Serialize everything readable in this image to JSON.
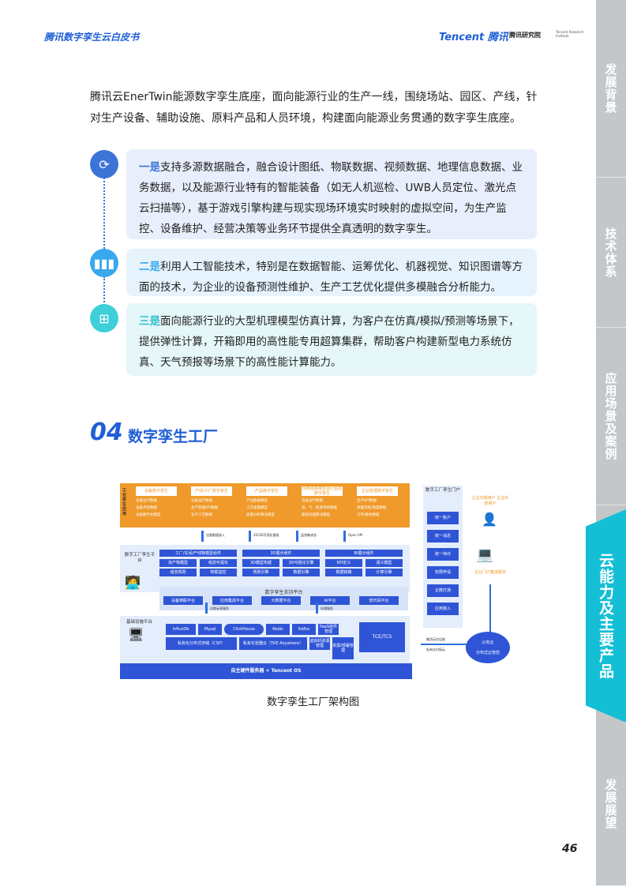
{
  "header": {
    "title": "腾讯数字孪生云白皮书",
    "brand": "Tencent 腾讯",
    "institute": "腾讯研究院",
    "institute_en": "Tencent Research Institute"
  },
  "sidebar": {
    "tabs": [
      "发展背景",
      "技术体系",
      "应用场景及案例",
      "云能力及主要产品",
      "发展展望"
    ],
    "active": 3
  },
  "intro": "腾讯云EnerTwin能源数字孪生底座，面向能源行业的生产一线，围绕场站、园区、产线，针对生产设备、辅助设施、原料产品和人员环境，构建面向能源业务贯通的数字孪生底座。",
  "points": [
    {
      "lead": "一是",
      "text": "支持多源数据融合，融合设计图纸、物联数据、视频数据、地理信息数据、业务数据，以及能源行业特有的智能装备（如无人机巡检、UWB人员定位、激光点云扫描等），基于游戏引擎构建与现实现场环境实时映射的虚拟空间，为生产监控、设备维护、经营决策等业务环节提供全真透明的数字孪生。",
      "icon": "sync-icon",
      "color": "#3b74d6"
    },
    {
      "lead": "二是",
      "text": "利用人工智能技术，特别是在数据智能、运筹优化、机器视觉、知识图谱等方面的技术，为企业的设备预测性维护、生产工艺优化提供多模融合分析能力。",
      "icon": "bar-chart-icon",
      "color": "#3aa8ee"
    },
    {
      "lead": "三是",
      "text": "面向能源行业的大型机理模型仿真计算，为客户在仿真/模拟/预测等场景下，提供弹性计算，开箱即用的高性能专用超算集群，帮助客户构建新型电力系统仿真、天气预报等场景下的高性能计算能力。",
      "icon": "calculator-icon",
      "color": "#3fcfd8"
    }
  ],
  "section": {
    "number": "04",
    "title": "数字孪生工厂"
  },
  "diagram": {
    "app_label": "工业孪生应用",
    "apps": [
      {
        "title": "设备数字孪生",
        "items": [
          "设备运行数据",
          "设备点检数据",
          "设备数字化模型"
        ]
      },
      {
        "title": "产线/工厂数字孪生",
        "items": [
          "设备运行数据",
          "生产管理KPI数据",
          "生产工艺数据"
        ]
      },
      {
        "title": "产品数字孪生",
        "items": [
          "产品数据模型",
          "工艺质量模型",
          "质量分析算法模型"
        ]
      },
      {
        "title": "绿色能耗排放运行监控数字孪生",
        "items": [
          "设备运行数据",
          "电、气、能源消耗数据",
          "能耗机理算法模型"
        ]
      },
      {
        "title": "企业管理数字孪生",
        "items": [
          "生产KPI数据",
          "关键流程/进度数据",
          "订单/绩效数据"
        ]
      }
    ],
    "arrows1": [
      "设备数据接入",
      "2D/3D可视化看板",
      "监测集成态",
      "Open API"
    ],
    "platform_label": "数字工厂孪生平台",
    "groups": [
      {
        "title": "工厂/车间/产线物模型组件",
        "items": [
          "资产物模型",
          "组态可视化",
          "组态规则",
          "物联监控"
        ]
      },
      {
        "title": "3D展示组件",
        "items": [
          "3D模型构建",
          "3D可视化引擎",
          "规则引擎",
          "数据引擎"
        ]
      },
      {
        "title": "BI展示组件",
        "items": [
          "KPI定义",
          "语义模型",
          "数据链路",
          "计算引擎"
        ]
      }
    ],
    "support_title": "数字孪生支持平台",
    "support": [
      "设备物联平台",
      "应用集成平台",
      "大数据平台",
      "AI平台",
      "低代码平台"
    ],
    "arrows2": [
      "边缘云原服务",
      "存储服务"
    ],
    "infra_label": "基础设施平台",
    "infra_top": [
      "InfluxDb",
      "Mysql",
      "ClickHouse",
      "Redis",
      "Kafka",
      "PaaS组件管理"
    ],
    "infra_bottom": [
      "私有化分布式存储（CSP）",
      "私有化容器云（TKE Anywhere）",
      "虚拟机资源管理",
      "资源/部署管理"
    ],
    "tce": "TCE/TCS",
    "os": "自主硬件服务器 + Tencent OS",
    "portal_title": "数字工厂孪生门户",
    "portal": [
      "统一账户",
      "统一消息",
      "统一待办",
      "权限申请",
      "企微打通",
      "应用接入"
    ],
    "users": "企业内部用户 企业外部用户",
    "integration": "企业门户集成服务",
    "cloud_links": [
      "集团云控运维",
      "私有化对接云"
    ],
    "cloud": [
      "公有云",
      "分布式云管控"
    ]
  },
  "caption": "数字孪生工厂架构图",
  "page_number": "46"
}
